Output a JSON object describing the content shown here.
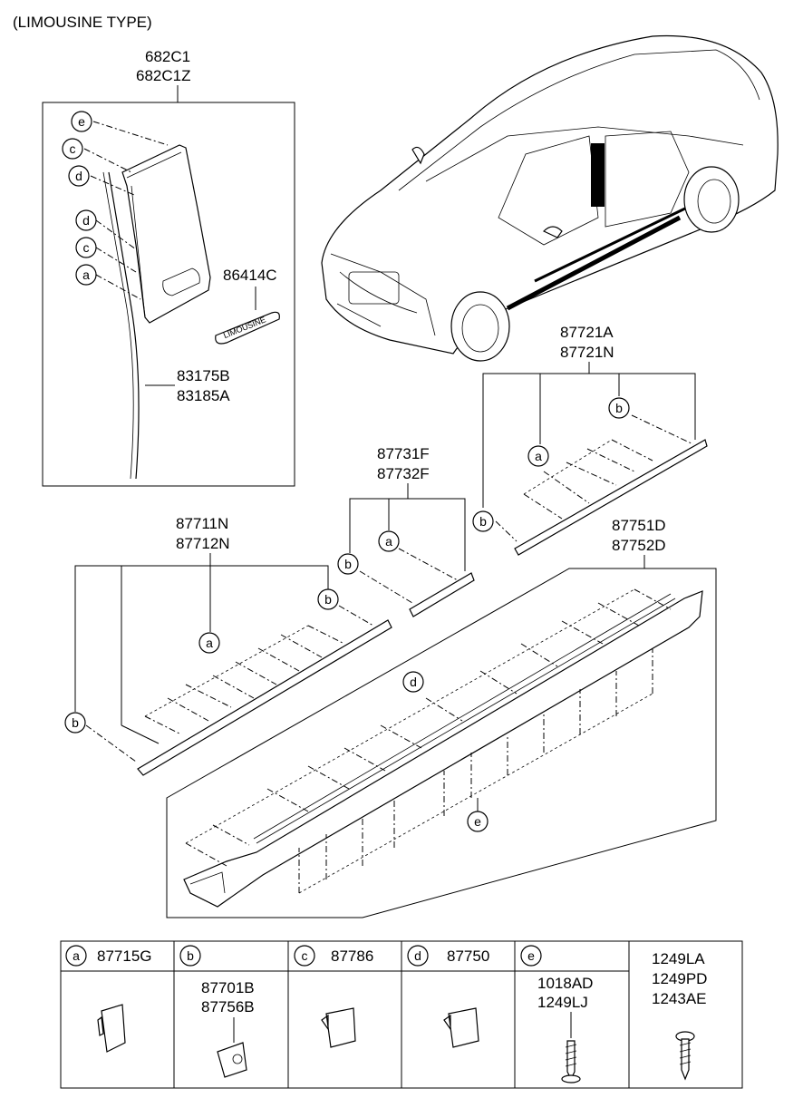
{
  "header": {
    "title": "(LIMOUSINE TYPE)"
  },
  "groups": {
    "pillar": {
      "part_no_1": "682C1",
      "part_no_2": "682C1Z",
      "emblem": "86414C",
      "emblem_text": "LIMOUSINE",
      "weatherstrip_1": "83175B",
      "weatherstrip_2": "83185A"
    },
    "rear_door_moulding": {
      "part_no_1": "87721A",
      "part_no_2": "87721N"
    },
    "mid_moulding": {
      "part_no_1": "87731F",
      "part_no_2": "87732F"
    },
    "front_door_moulding": {
      "part_no_1": "87711N",
      "part_no_2": "87712N"
    },
    "side_sill": {
      "part_no_1": "87751D",
      "part_no_2": "87752D"
    }
  },
  "callouts": {
    "a": "a",
    "b": "b",
    "c": "c",
    "d": "d",
    "e": "e"
  },
  "legend": {
    "a": {
      "letter": "a",
      "part": "87715G"
    },
    "b": {
      "letter": "b",
      "parts": [
        "87701B",
        "87756B"
      ]
    },
    "c": {
      "letter": "c",
      "part": "87786"
    },
    "d": {
      "letter": "d",
      "part": "87750"
    },
    "e": {
      "letter": "e",
      "parts": [
        "1018AD",
        "1249LJ"
      ]
    },
    "f": {
      "parts": [
        "1249LA",
        "1249PD",
        "1243AE"
      ]
    }
  }
}
